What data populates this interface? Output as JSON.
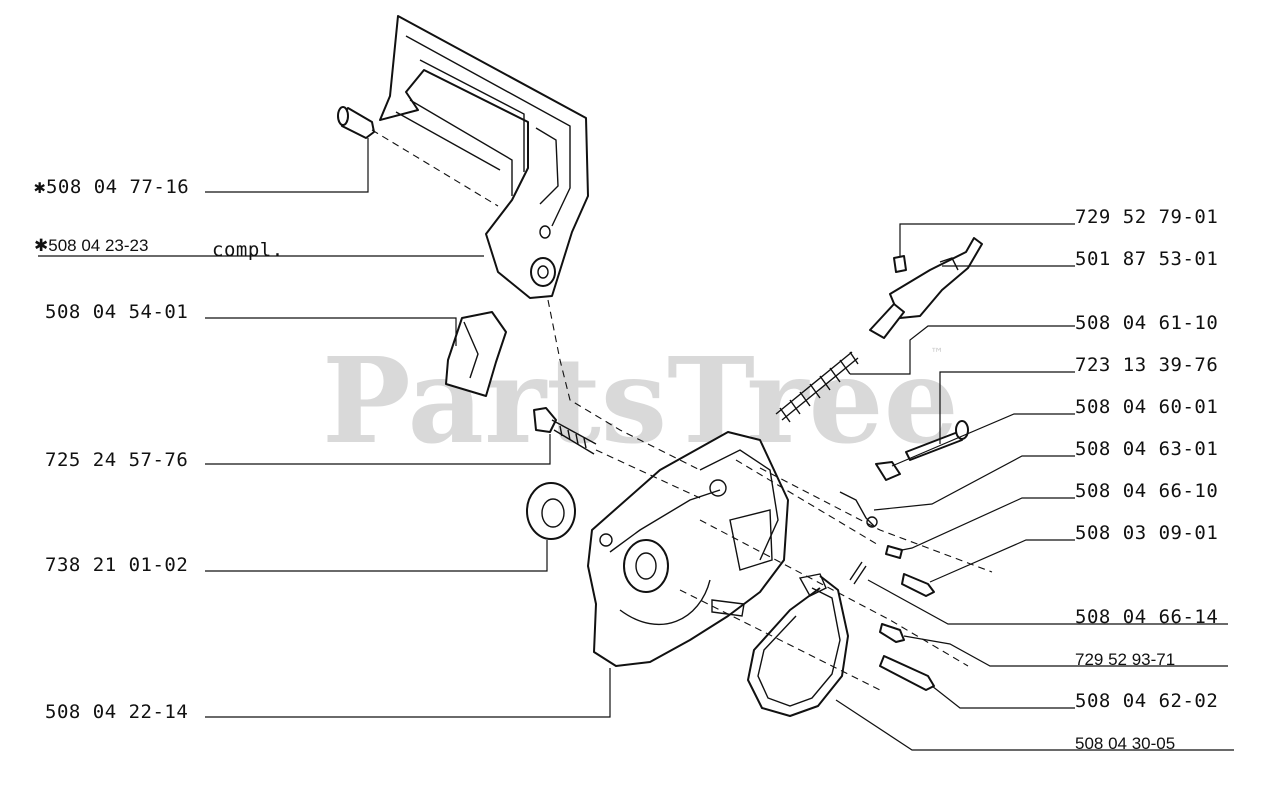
{
  "watermark": {
    "text": "PartsTree",
    "tm": "™"
  },
  "labels": [
    {
      "id": "l1",
      "text": "✱508  04  77-16"
    },
    {
      "id": "l2",
      "text": "✱508 04 23-23"
    },
    {
      "id": "l2b",
      "text": "compl."
    },
    {
      "id": "l3",
      "text": "508  04  54-01"
    },
    {
      "id": "l4",
      "text": "725  24  57-76"
    },
    {
      "id": "l5",
      "text": "738  21  01-02"
    },
    {
      "id": "l6",
      "text": "508  04  22-14"
    },
    {
      "id": "r1",
      "text": "729  52  79-01"
    },
    {
      "id": "r2",
      "text": "501  87  53-01"
    },
    {
      "id": "r3",
      "text": "508  04  61-10"
    },
    {
      "id": "r4",
      "text": "723  13  39-76"
    },
    {
      "id": "r5",
      "text": "508  04  60-01"
    },
    {
      "id": "r6",
      "text": "508  04  63-01"
    },
    {
      "id": "r7",
      "text": "508  04  66-10"
    },
    {
      "id": "r8",
      "text": "508  03  09-01"
    },
    {
      "id": "r9",
      "text": "508  04  66-14"
    },
    {
      "id": "r10",
      "text": "729 52 93-71"
    },
    {
      "id": "r11",
      "text": "508  04  62-02"
    },
    {
      "id": "r12",
      "text": "508 04 30-05"
    }
  ]
}
